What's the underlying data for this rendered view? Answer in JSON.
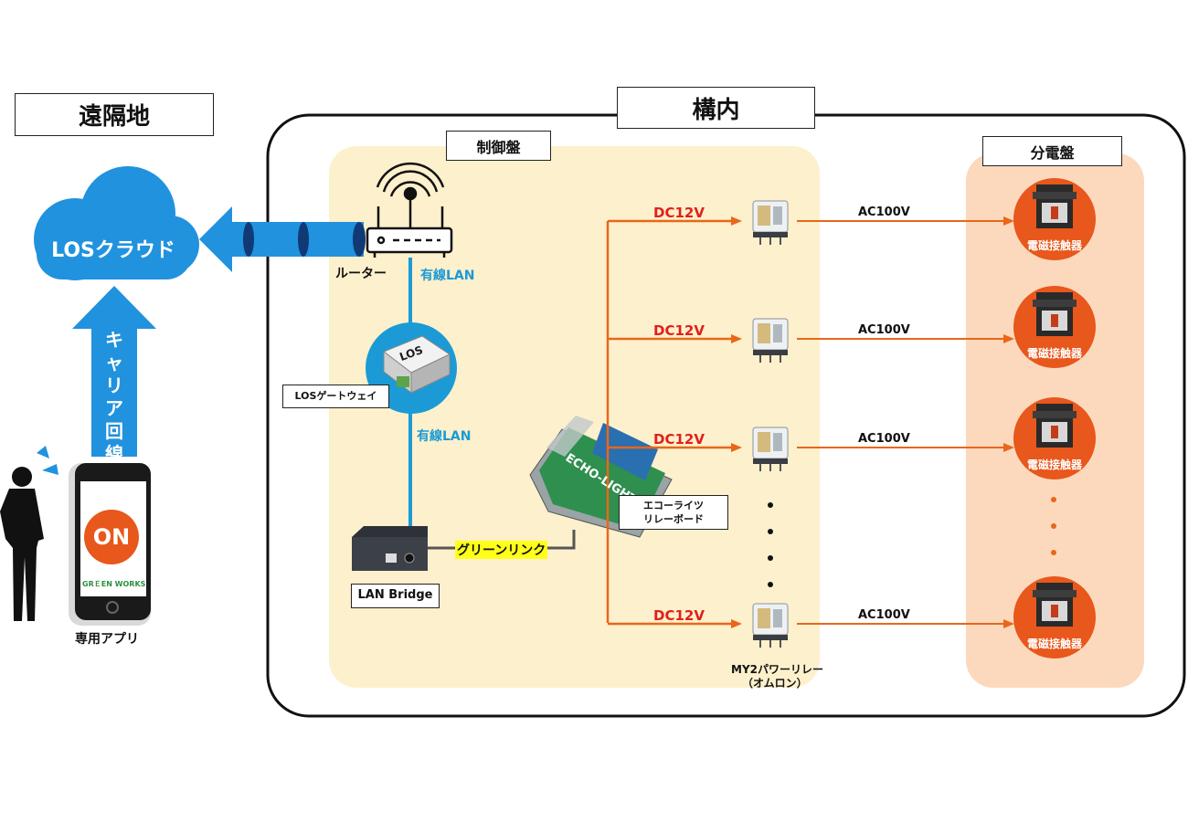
{
  "remote": {
    "title": "遠隔地"
  },
  "premises": {
    "title": "構内"
  },
  "control_panel": {
    "title": "制御盤"
  },
  "distribution_board": {
    "title": "分電盤"
  },
  "cloud": {
    "label": "LOSクラウド"
  },
  "carrier": {
    "label": "キャリア回線"
  },
  "app": {
    "caption": "専用アプリ",
    "button": "ON",
    "brand": "GRＥEN WORKS"
  },
  "router": {
    "label": "ルーター"
  },
  "gateway": {
    "label": "LOSゲートウェイ",
    "badge": "LOS"
  },
  "lan_bridge": {
    "label": "LAN Bridge"
  },
  "links": {
    "wired_lan_1": "有線LAN",
    "wired_lan_2": "有線LAN",
    "green_link": "グリーンリンク"
  },
  "relay_board": {
    "label_line1": "エコーライツ",
    "label_line2": "リレーボード",
    "brand": "ECHO-LIGHTS"
  },
  "relay": {
    "caption_line1": "MY2パワーリレー",
    "caption_line2": "（オムロン）"
  },
  "rows": [
    {
      "dc": "DC12V",
      "ac": "AC100V",
      "contactor": "電磁接触器"
    },
    {
      "dc": "DC12V",
      "ac": "AC100V",
      "contactor": "電磁接触器"
    },
    {
      "dc": "DC12V",
      "ac": "AC100V",
      "contactor": "電磁接触器"
    },
    {
      "dc": "DC12V",
      "ac": "AC100V",
      "contactor": "電磁接触器"
    }
  ],
  "colors": {
    "blue": "#1b9ad6",
    "orange": "#e8671b",
    "red": "#e0201c",
    "panel": "#fdf0cc",
    "board": "#fcd9bd"
  }
}
